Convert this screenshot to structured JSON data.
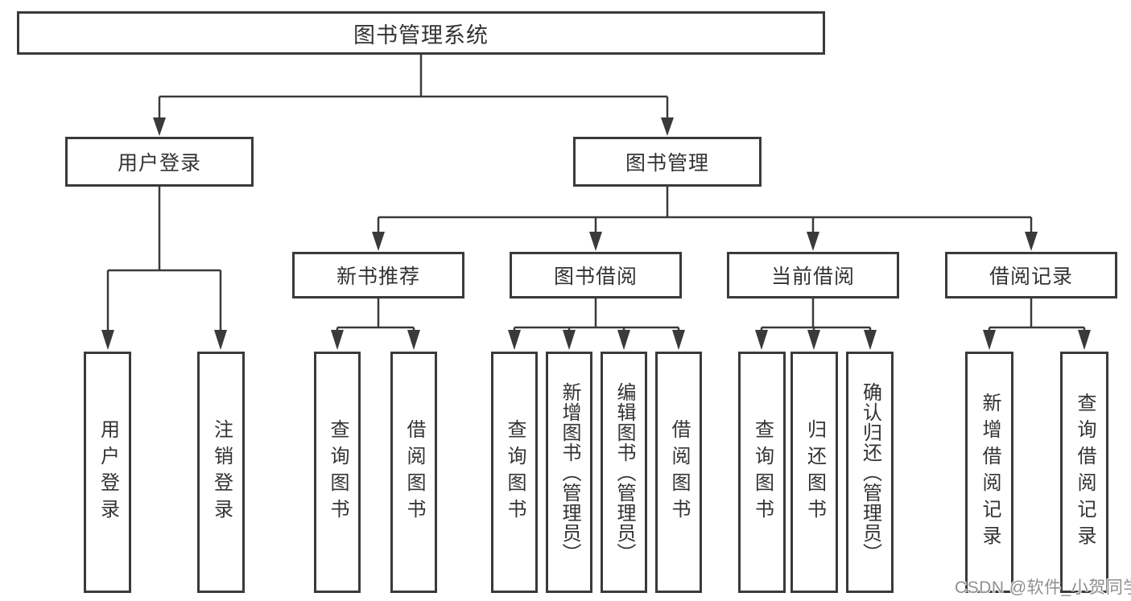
{
  "tree": {
    "root": {
      "label": "图书管理系统"
    },
    "branches": [
      {
        "label": "用户登录",
        "leaves": [
          "用户登录",
          "注销登录"
        ]
      },
      {
        "label": "图书管理",
        "groups": [
          {
            "label": "新书推荐",
            "leaves": [
              "查询图书",
              "借阅图书"
            ]
          },
          {
            "label": "图书借阅",
            "leaves": [
              "查询图书",
              "新增图书（管理员）",
              "编辑图书（管理员）",
              "借阅图书"
            ]
          },
          {
            "label": "当前借阅",
            "leaves": [
              "查询图书",
              "归还图书",
              "确认归还（管理员）"
            ]
          },
          {
            "label": "借阅记录",
            "leaves": [
              "新增借阅记录",
              "查询借阅记录"
            ]
          }
        ]
      }
    ]
  },
  "watermark": "CSDN @软件_小贺同学",
  "colors": {
    "line": "#3a3a3a",
    "text": "#333333",
    "background": "#ffffff",
    "watermark": "#8f8f8f"
  }
}
